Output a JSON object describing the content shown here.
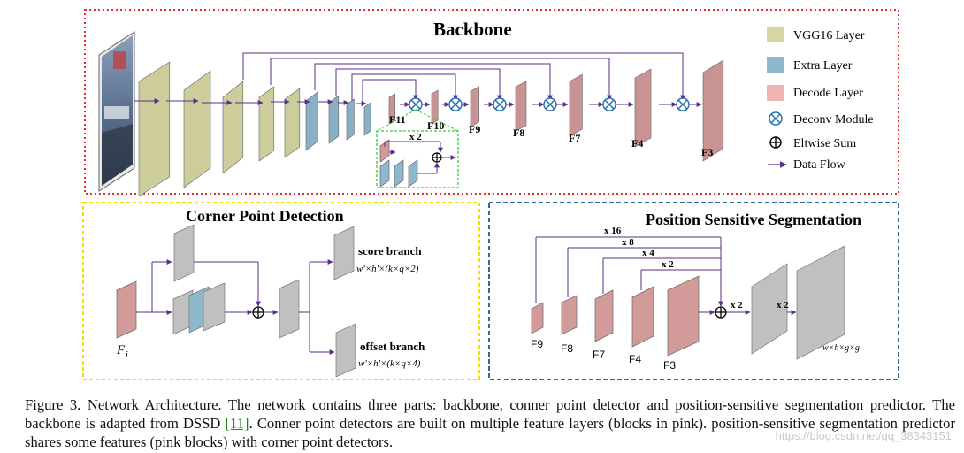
{
  "backbone": {
    "title": "Backbone",
    "layers": [
      "F11",
      "F10",
      "F9",
      "F8",
      "F7",
      "F4",
      "F3"
    ],
    "inset_mult": "x 2",
    "legend": [
      {
        "label": "VGG16 Layer",
        "kind": "vgg"
      },
      {
        "label": "Extra Layer",
        "kind": "extra"
      },
      {
        "label": "Decode Layer",
        "kind": "decode"
      },
      {
        "label": "Deconv Module",
        "kind": "deconv"
      },
      {
        "label": "Eltwise Sum",
        "kind": "eltwise"
      },
      {
        "label": "Data Flow",
        "kind": "flow"
      }
    ]
  },
  "corner": {
    "title": "Corner Point Detection",
    "input": "F",
    "input_sub": "i",
    "score": "score branch",
    "score_dim": "w'×h'×(k×q×2)",
    "offset": "offset branch",
    "offset_dim": "w'×h'×(k×q×4)"
  },
  "seg": {
    "title": "Position Sensitive Segmentation",
    "mults": [
      "x 16",
      "x 8",
      "x 4",
      "x 2"
    ],
    "after": [
      "x 2",
      "x 2"
    ],
    "layers": [
      "F9",
      "F8",
      "F7",
      "F4",
      "F3"
    ],
    "out_dim": "w×h×g×g"
  },
  "caption": {
    "before": "Figure 3. Network Architecture. The network contains three parts: backbone, conner point detector and position-sensitive segmentation predictor. The backbone is adapted from DSSD ",
    "ref": "[11]",
    "after": ". Conner point detectors are built on multiple feature layers (blocks in pink). position-sensitive segmentation predictor shares some features (pink blocks) with corner point detectors."
  },
  "watermark": "https://blog.csdn.net/qq_38343151",
  "colors": {
    "vgg": "#d6d6a3",
    "extra": "#8fb8cc",
    "decode": "#d39a9a",
    "gray": "#c0c0c0",
    "arrow": "#5b2d8e",
    "deconv": "#1f6fb0",
    "backbone_border": "#e03030",
    "corner_border": "#f0e000",
    "seg_border": "#3a6699",
    "inset_border": "#33cc33"
  }
}
